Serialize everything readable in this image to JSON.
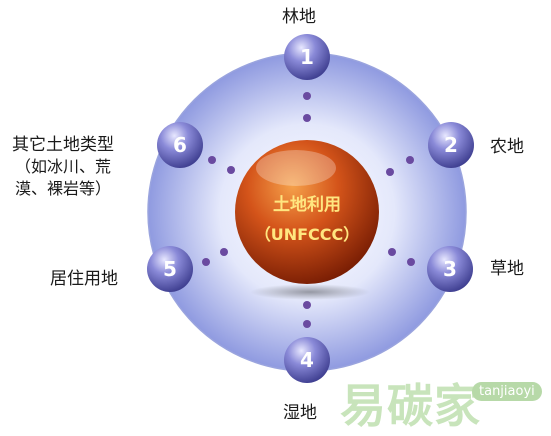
{
  "center": {
    "line1": "土地利用",
    "line2": "（UNFCCC）"
  },
  "nodes": [
    {
      "number": "1",
      "label": "林地"
    },
    {
      "number": "2",
      "label": "农地"
    },
    {
      "number": "3",
      "label": "草地"
    },
    {
      "number": "4",
      "label": "湿地"
    },
    {
      "number": "5",
      "label": "居住用地"
    },
    {
      "number": "6",
      "label": "其它土地类型",
      "label_sub1": "（如冰川、荒",
      "label_sub2": "漠、裸岩等）"
    }
  ],
  "watermark": {
    "brand": "易碳家",
    "domain": "tanjiaoyi"
  },
  "colors": {
    "center_sphere": "#c9430f",
    "center_text": "#ffe680",
    "node_sphere": "#6d6dc4",
    "disc_fill": "#b9c3f2",
    "dots": "#6a4aa0"
  }
}
